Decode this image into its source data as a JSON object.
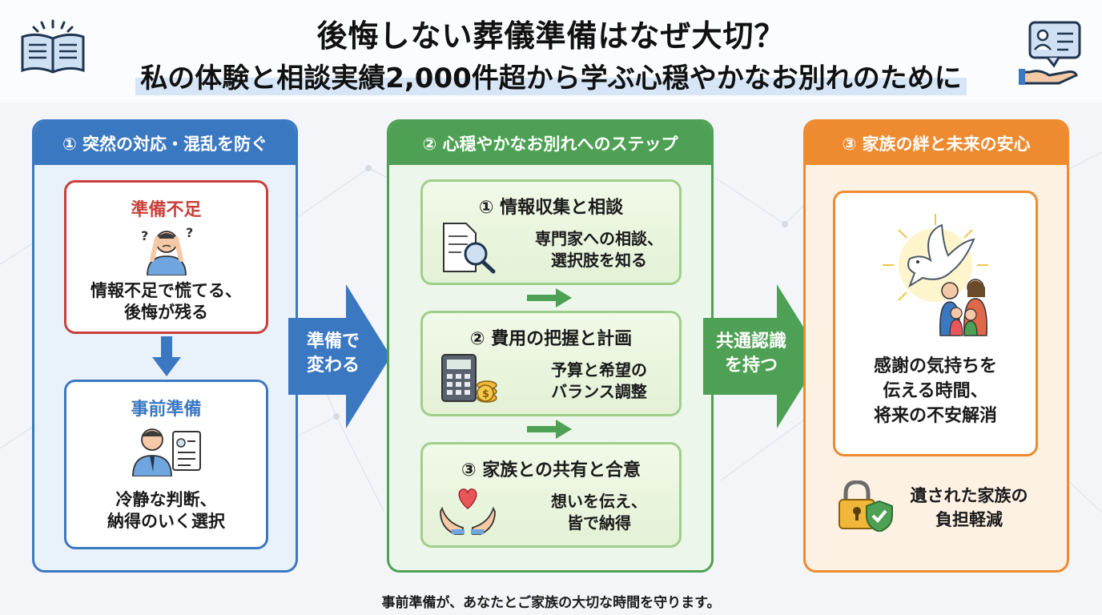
{
  "header": {
    "title": "後悔しない葬儀準備はなぜ大切？",
    "subtitle": "私の体験と相談実績2,000件超から学ぶ心穏やかなお別れのために",
    "left_icon": "open-book-icon",
    "right_icon": "consultation-hand-icon"
  },
  "panels": {
    "p1": {
      "heading": "① 突然の対応・混乱を防ぐ",
      "before": {
        "title": "準備不足",
        "text1": "情報不足で慌てる、",
        "text2": "後悔が残る",
        "icon": "confused-person-icon"
      },
      "after": {
        "title": "事前準備",
        "text1": "冷静な判断、",
        "text2": "納得のいく選択",
        "icon": "advisor-with-document-icon"
      }
    },
    "p2": {
      "heading": "② 心穏やかなお別れへのステップ",
      "steps": [
        {
          "title": "① 情報収集と相談",
          "text1": "専門家への相談、",
          "text2": "選択肢を知る",
          "icon": "document-magnifier-icon"
        },
        {
          "title": "② 費用の把握と計画",
          "text1": "予算と希望の",
          "text2": "バランス調整",
          "icon": "calculator-coins-icon"
        },
        {
          "title": "③ 家族との共有と合意",
          "text1": "想いを伝え、",
          "text2": "皆で納得",
          "icon": "heart-hands-icon"
        }
      ]
    },
    "p3": {
      "heading": "③ 家族の絆と未来の安心",
      "card": {
        "text1": "感謝の気持ちを",
        "text2": "伝える時間、",
        "text3": "将来の不安解消",
        "icon": "dove-family-icon"
      },
      "bottom": {
        "text1": "遺された家族の",
        "text2": "負担軽減",
        "icon": "lock-shield-icon"
      }
    }
  },
  "arrows": {
    "a1": {
      "line1": "準備で",
      "line2": "変わる"
    },
    "a2": {
      "line1": "共通認識",
      "line2": "を持つ"
    }
  },
  "footer": "事前準備が、あなたとご家族の大切な時間を守ります。",
  "colors": {
    "blue": "#3b78c2",
    "green": "#4ea154",
    "orange": "#ee8a2f",
    "red": "#c9403a"
  }
}
